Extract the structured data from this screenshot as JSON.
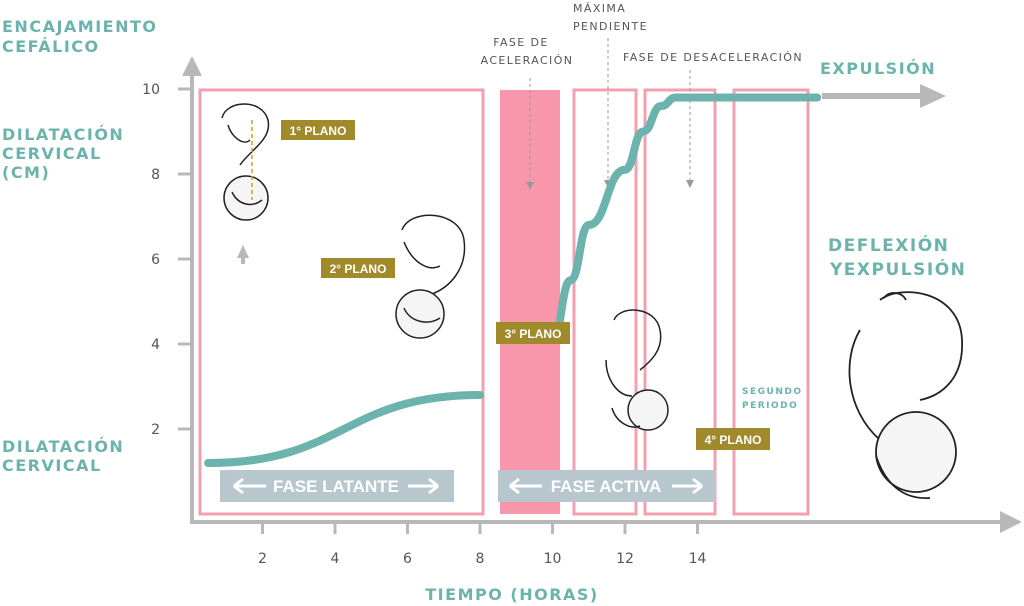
{
  "chart_data": {
    "type": "line",
    "left_labels": {
      "top": [
        "ENCAJAMIENTO",
        "CEFÁLICO"
      ],
      "middle": [
        "DILATACIÓN",
        "CERVICAL",
        "(CM)"
      ],
      "bottom": [
        "DILATACIÓN",
        "CERVICAL"
      ]
    },
    "xlabel": "TIEMPO (HORAS)",
    "x_ticks": [
      "2",
      "4",
      "6",
      "8",
      "10",
      "12",
      "14"
    ],
    "y_ticks": [
      "2",
      "4",
      "6",
      "8",
      "10"
    ],
    "xlim": [
      0,
      23
    ],
    "ylim": [
      0,
      10
    ],
    "series": [
      {
        "x": [
          0.5,
          8.0
        ],
        "y": [
          1.2,
          2.8
        ]
      },
      {
        "x": [
          10.0,
          10.5,
          11.0,
          12.0,
          12.5,
          13.0,
          13.4,
          13.8,
          15.0,
          16.0,
          17.3
        ],
        "y": [
          4.1,
          5.5,
          6.8,
          8.1,
          9.0,
          9.6,
          9.8,
          9.8,
          9.8,
          9.8,
          9.8
        ]
      }
    ],
    "annotations": {
      "fase_aceleracion": [
        "FASE DE",
        "ACELERACIÓN"
      ],
      "maxima_pendiente": [
        "MÁXIMA",
        "PENDIENTE"
      ],
      "fase_desaceleracion": "FASE DE DESACELERACIÓN",
      "expulsion": "EXPULSIÓN",
      "deflexion": [
        "DEFLEXIÓN",
        "YEXPULSIÓN"
      ],
      "segundo_periodo": [
        "SEGUNDO",
        "PERIODO"
      ]
    },
    "planos": [
      "1° PLANO",
      "2° PLANO",
      "3° PLANO",
      "4° PLANO"
    ],
    "fases": [
      "FASE LATANTE",
      "FASE ACTIVA"
    ],
    "colors": {
      "teal": "#6db3ad",
      "pink_frame": "#f2a0b0",
      "pink_fill": "#f896ab",
      "gold": "#a08a2c",
      "gray_axis": "#b8b8b8",
      "phase_bar": "#b7c7cd"
    }
  }
}
